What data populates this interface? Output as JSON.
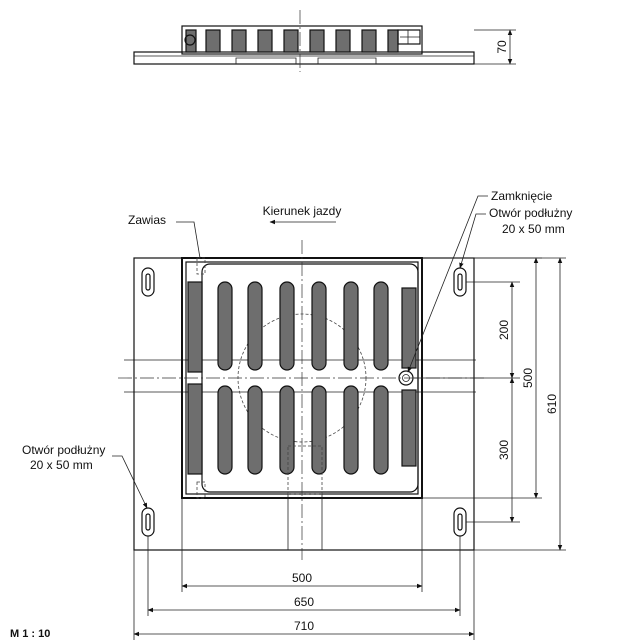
{
  "labels": {
    "hinge": "Zawias",
    "direction": "Kierunek jazdy",
    "lock": "Zamknięcie",
    "slot_right_line1": "Otwór podłużny",
    "slot_right_line2": "20 x 50 mm",
    "slot_left_line1": "Otwór podłużny",
    "slot_left_line2": "20 x 50 mm",
    "scale": "M  1 : 10"
  },
  "dimensions": {
    "height": "70",
    "slot_spacing_upper": "200",
    "slot_spacing_lower": "300",
    "frame_inner": "500",
    "plate_height": "610",
    "width_inner": "500",
    "width_slots": "650",
    "width_total": "710"
  }
}
